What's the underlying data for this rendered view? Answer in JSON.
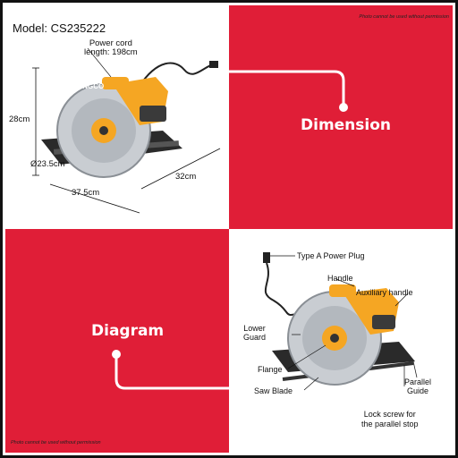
{
  "model_label": "Model: CS235222",
  "disclaimer": "Photo cannot be used without permission",
  "dimension_title": "Dimension",
  "diagram_title": "Diagram",
  "brand": "INGCO",
  "dimensions": {
    "cord": "Power cord\nlength: 198cm",
    "height": "28cm",
    "blade": "Ø23.5cm",
    "width": "32cm",
    "length": "37.5cm"
  },
  "parts": {
    "plug": "Type A Power Plug",
    "handle": "Handle",
    "aux": "Auxiliary handle",
    "lower_guard": "Lower\nGuard",
    "flange": "Flange",
    "blade": "Saw Blade",
    "parallel_guide": "Parallel\nGuide",
    "lock_screw": "Lock screw for\nthe parallel stop"
  },
  "colors": {
    "red": "#e01e37",
    "orange": "#f5a623",
    "frame": "#111111"
  }
}
